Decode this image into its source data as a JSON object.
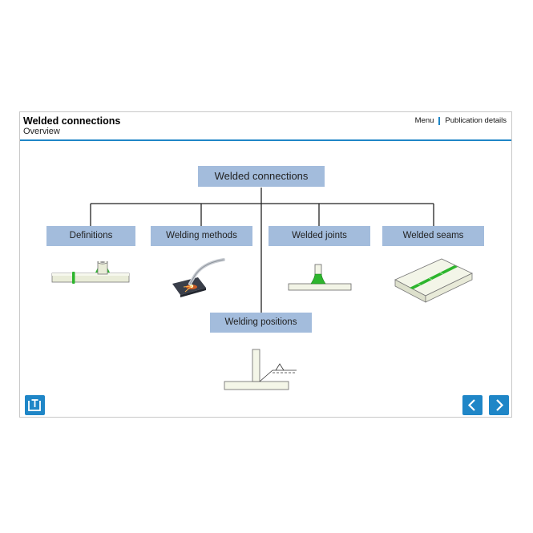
{
  "header": {
    "title": "Welded connections",
    "subtitle": "Overview",
    "menu_label": "Menu",
    "publication_label": "Publication details"
  },
  "diagram": {
    "root": "Welded connections",
    "children": [
      "Definitions",
      "Welding methods",
      "Welded joints",
      "Welded seams"
    ],
    "bottom": "Welding positions"
  },
  "colors": {
    "accent": "#1f86c7",
    "node_fill": "#a3bcdc",
    "weld_green": "#2db52d"
  },
  "icons": {
    "home": "tablet-t-icon",
    "prev": "chevron-left-icon",
    "next": "chevron-right-icon"
  }
}
